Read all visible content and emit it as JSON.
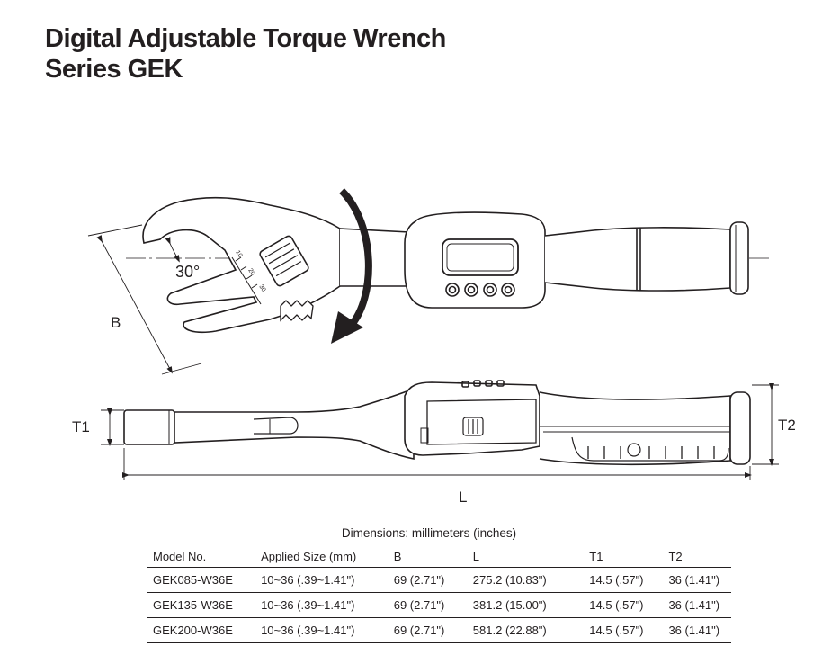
{
  "title": {
    "line1": "Digital Adjustable Torque Wrench",
    "line2": "Series GEK"
  },
  "figure": {
    "angle_label": "30°",
    "dim_b": "B",
    "dim_l": "L",
    "dim_t1": "T1",
    "dim_t2": "T2",
    "scale_10": "10",
    "scale_20": "20",
    "scale_30": "30"
  },
  "table": {
    "caption": "Dimensions: millimeters (inches)",
    "headers": [
      "Model No.",
      "Applied Size (mm)",
      "B",
      "L",
      "T1",
      "T2"
    ],
    "rows": [
      [
        "GEK085-W36E",
        "10~36 (.39~1.41\")",
        "69 (2.71\")",
        "275.2 (10.83\")",
        "14.5 (.57\")",
        "36 (1.41\")"
      ],
      [
        "GEK135-W36E",
        "10~36 (.39~1.41\")",
        "69 (2.71\")",
        "381.2 (15.00\")",
        "14.5 (.57\")",
        "36 (1.41\")"
      ],
      [
        "GEK200-W36E",
        "10~36 (.39~1.41\")",
        "69 (2.71\")",
        "581.2 (22.88\")",
        "14.5 (.57\")",
        "36 (1.41\")"
      ]
    ]
  }
}
